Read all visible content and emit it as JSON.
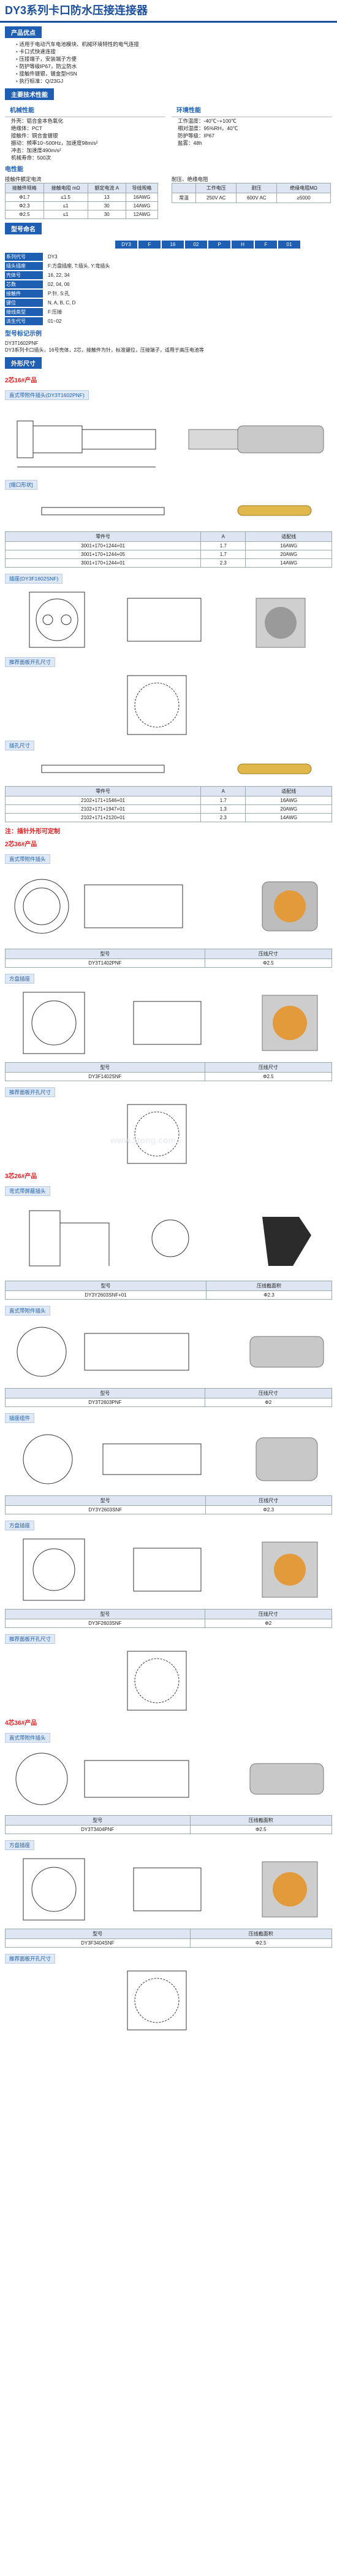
{
  "title": "DY3系列卡口防水压接连接器",
  "sections": {
    "features": "产品优点",
    "specs": "主要技术性能",
    "order": "型号命名",
    "dims": "外形尺寸"
  },
  "features": [
    "适用于电动汽车电池模块、机械环境特性的电气连接",
    "卡口式快速连接",
    "压接端子，安装端子方便",
    "防护等级IP67，防尘防水",
    "接触件镀银，镀金型HSN",
    "执行标准：Q/23GJ"
  ],
  "mech": {
    "title": "机械性能",
    "items": [
      "外壳：铝合金本色氧化",
      "绝缘体：PCT",
      "接触件：铜合金镀银",
      "振动：频率10~500Hz，加速度98m/s²",
      "冲击：加速度490m/s²",
      "机械寿命：500次"
    ]
  },
  "env": {
    "title": "环境性能",
    "items": [
      "工作温度：-40℃~+100℃",
      "相对湿度：95%RH，40℃",
      "防护等级：IP67",
      "盐雾：48h"
    ]
  },
  "elec": {
    "title": "电性能",
    "sub1": "接触件额定电流",
    "sub2": "耐压、绝缘电阻",
    "headers": [
      "接触件规格",
      "接触电阻 mΩ",
      "额定电流 A",
      "导线规格"
    ],
    "rows": [
      [
        "Φ1.7",
        "≤1.5",
        "13",
        "16AWG"
      ],
      [
        "Φ2.3",
        "≤1",
        "30",
        "14AWG"
      ],
      [
        "Φ2.5",
        "≤1",
        "30",
        "12AWG"
      ]
    ],
    "hv_headers": [
      "工作电压",
      "耐压",
      "绝缘电阻MΩ"
    ],
    "hv_row": [
      "250V AC",
      "600V AC",
      "≥5000"
    ],
    "hv_label": "常温"
  },
  "order": {
    "codes": [
      "DY3",
      "F",
      "16",
      "02",
      "P",
      "H",
      "F",
      "01"
    ],
    "labels": [
      [
        "系列代号",
        "DY3"
      ],
      [
        "插头插座",
        "F:方盘插座, T:插头, Y:弯插头"
      ],
      [
        "壳体号",
        "16, 22, 34"
      ],
      [
        "芯数",
        "02, 04, 06"
      ],
      [
        "接触件",
        "P:针, S:孔"
      ],
      [
        "键位",
        "N, A, B, C, D"
      ],
      [
        "接线类型",
        "F:压接"
      ],
      [
        "派生代号",
        "01~02"
      ]
    ],
    "example_title": "型号标记示例",
    "example": "DY3T1602PNF",
    "example_note": "DY3系列卡口插头，16号壳体，2芯，接触件为针，标准键位，压接端子，适用于高压电池等"
  },
  "dims": {
    "s1": "2芯16#产品",
    "plug_a": "直式带附件插头(DY3T1602PNF)",
    "cable_label": "[端口形状]",
    "pin_table": {
      "headers": [
        "零件号",
        "A",
        "适配线"
      ],
      "rows": [
        [
          "3001+170+1244+01",
          "1.7",
          "16AWG"
        ],
        [
          "3001+170+1244+05",
          "1.7",
          "20AWG"
        ],
        [
          "3001+170+1244+01",
          "2.3",
          "14AWG"
        ]
      ]
    },
    "sock_a": "插座(DY3F1602SNF)",
    "panel_a": "推荐面板开孔尺寸",
    "sock_pin": "插孔尺寸",
    "sock_table": {
      "headers": [
        "零件号",
        "A",
        "适配线"
      ],
      "rows": [
        [
          "2102+171+1546+01",
          "1.7",
          "16AWG"
        ],
        [
          "2102+171+1947+01",
          "1.3",
          "20AWG"
        ],
        [
          "2102+171+2120+01",
          "2.3",
          "14AWG"
        ]
      ]
    },
    "note_s": "注：插针外形可定制",
    "s2": "2芯36#产品",
    "plug_b": "直式带附件插头",
    "plug_b_table": {
      "headers": [
        "型号",
        "压线尺寸"
      ],
      "row": [
        "DY3T1402PNF",
        "Φ2.5"
      ]
    },
    "sock_b": "方盘插座",
    "sock_b_table": {
      "headers": [
        "型号",
        "压线尺寸"
      ],
      "row": [
        "DY3F1402SNF",
        "Φ2.5"
      ]
    },
    "panel_b": "推荐面板开孔尺寸",
    "s3": "3芯26#产品",
    "plug_c": "弯式带屏蔽插头",
    "plug_c_table": {
      "headers": [
        "型号",
        "压线截面积"
      ],
      "row": [
        "DY3Y2603SNF+01",
        "Φ2.3"
      ]
    },
    "plug_d": "直式带附件插头",
    "plug_d_table": {
      "headers": [
        "型号",
        "压线尺寸"
      ],
      "row": [
        "DY3T2603PNF",
        "Φ2"
      ]
    },
    "sock_d": "插座组件",
    "sock_d_table": {
      "headers": [
        "型号",
        "压线尺寸"
      ],
      "row": [
        "DY3Y2603SNF",
        "Φ2.3"
      ]
    },
    "sock_e": "方盘插座",
    "sock_e_table": {
      "headers": [
        "型号",
        "压线尺寸"
      ],
      "row": [
        "DY3F2603SNF",
        "Φ2"
      ]
    },
    "panel_e": "推荐面板开孔尺寸",
    "s4": "4芯36#产品",
    "plug_f": "直式带附件插头",
    "plug_f_table": {
      "headers": [
        "型号",
        "压线截面积"
      ],
      "row": [
        "DY3T3404PNF",
        "Φ2.5"
      ]
    },
    "sock_f": "方盘插座",
    "sock_f_table": {
      "headers": [
        "型号",
        "压线截面积"
      ],
      "row": [
        "DY3F3404SNF",
        "Φ2.5"
      ]
    },
    "panel_f": "推荐面板开孔尺寸"
  },
  "watermark": "www.5tong.com"
}
